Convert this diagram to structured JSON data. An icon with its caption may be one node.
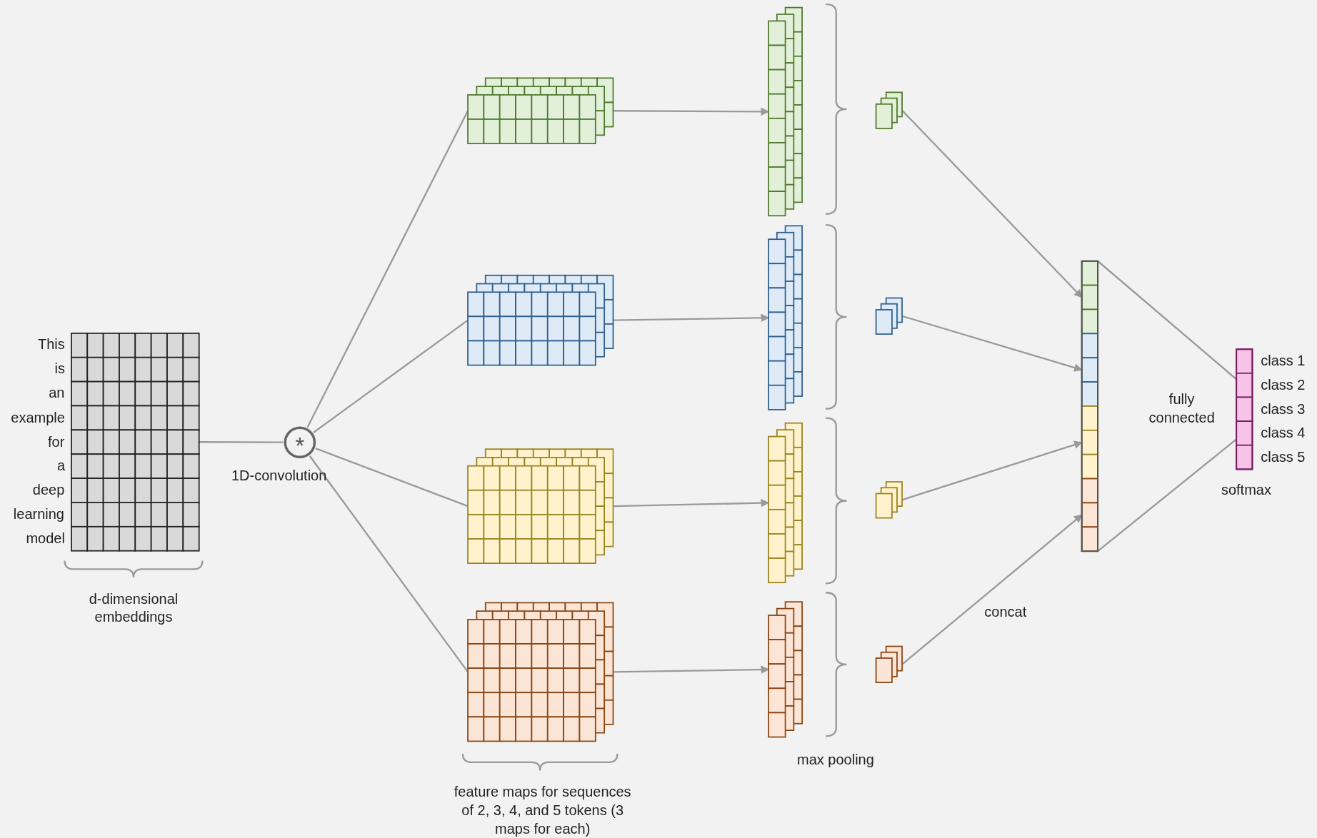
{
  "diagram": {
    "nodes": [
      {
        "text": [],
        "shape": "picture",
        "beside": [
          "This",
          "is",
          "an",
          "example",
          "for",
          "a",
          "deep",
          "learning",
          "model",
          "d-dimensional embeddings"
        ]
      },
      {
        "text": [
          "*"
        ],
        "beside": [
          "1D-convolution"
        ]
      },
      {
        "text": [],
        "shape": "picture"
      },
      {
        "text": [],
        "shape": "picture"
      },
      {
        "text": [],
        "shape": "picture"
      },
      {
        "text": [],
        "shape": "picture"
      },
      {
        "text": [],
        "shape": "picture"
      },
      {
        "text": [],
        "shape": "picture"
      },
      {
        "text": [],
        "shape": "picture"
      },
      {
        "text": [],
        "shape": "picture"
      },
      {
        "text": [],
        "shape": "picture"
      },
      {
        "text": [],
        "shape": "picture"
      },
      {
        "text": [],
        "shape": "picture"
      },
      {
        "text": [],
        "shape": "picture"
      },
      {
        "text": [],
        "shape": "bar"
      },
      {
        "text": [],
        "shape": "bar",
        "beside": [
          "class 1",
          "class 2",
          "class 3",
          "class 4",
          "class 5",
          "softmax"
        ]
      }
    ],
    "edges": [
      {
        "from": 0,
        "to": 1,
        "arrow": "none"
      },
      {
        "from": 1,
        "to": 2,
        "arrow": "none"
      },
      {
        "from": 1,
        "to": 3,
        "arrow": "none"
      },
      {
        "from": 1,
        "to": 4,
        "arrow": "none"
      },
      {
        "from": 1,
        "to": 5,
        "arrow": "none"
      },
      {
        "from": 2,
        "to": 6,
        "arrow": "to"
      },
      {
        "from": 3,
        "to": 7,
        "arrow": "to"
      },
      {
        "from": 4,
        "to": 8,
        "arrow": "to"
      },
      {
        "from": 5,
        "to": 9,
        "arrow": "to"
      },
      {
        "from": 10,
        "to": 14,
        "arrow": "to"
      },
      {
        "from": 11,
        "to": 14,
        "arrow": "to"
      },
      {
        "from": 12,
        "to": 14,
        "arrow": "to"
      },
      {
        "from": 13,
        "to": 14,
        "arrow": "to"
      },
      {
        "from": 14,
        "to": 15,
        "arrow": "none"
      },
      {
        "from": 14,
        "to": 15,
        "arrow": "none"
      }
    ],
    "labels": [
      "fully connected",
      "concat",
      "max pooling",
      "feature maps for sequences of 2, 3, 4, and 5 tokens (3 maps for each)"
    ]
  }
}
